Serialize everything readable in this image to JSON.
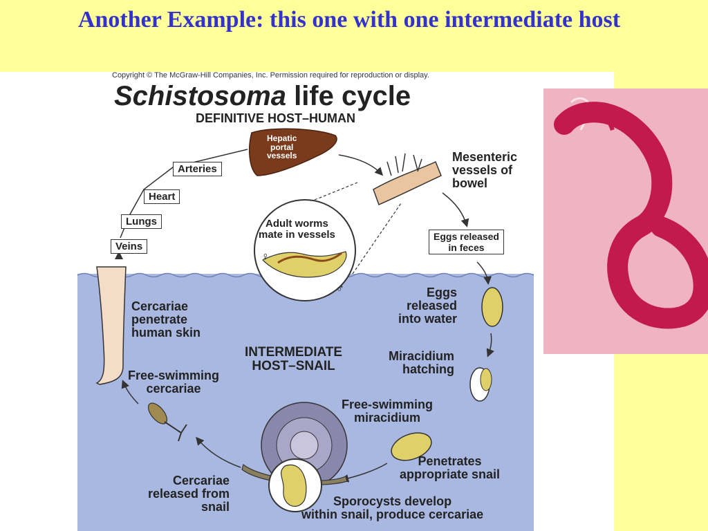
{
  "slide": {
    "title": "Another Example: this one with one intermediate host"
  },
  "figure": {
    "copyright": "Copyright © The McGraw-Hill Companies, Inc. Permission required for reproduction or display.",
    "title_italic": "Schistosoma",
    "title_rest": " life cycle",
    "definitive_host": "DEFINITIVE HOST–HUMAN",
    "intermediate_host_line1": "INTERMEDIATE",
    "intermediate_host_line2": "HOST–SNAIL",
    "liver_label_1": "Hepatic",
    "liver_label_2": "portal",
    "liver_label_3": "vessels",
    "boxes": {
      "arteries": "Arteries",
      "heart": "Heart",
      "lungs": "Lungs",
      "veins": "Veins",
      "eggs_feces_1": "Eggs released",
      "eggs_feces_2": "in feces"
    },
    "labels": {
      "mesenteric_1": "Mesenteric",
      "mesenteric_2": "vessels of",
      "mesenteric_3": "bowel",
      "adult_1": "Adult worms",
      "adult_2": "mate in vessels",
      "eggs_water_1": "Eggs",
      "eggs_water_2": "released",
      "eggs_water_3": "into water",
      "miracidium_hatch_1": "Miracidium",
      "miracidium_hatch_2": "hatching",
      "free_mira_1": "Free-swimming",
      "free_mira_2": "miracidium",
      "penetrates_1": "Penetrates",
      "penetrates_2": "appropriate snail",
      "sporocysts_1": "Sporocysts develop",
      "sporocysts_2": "within snail, produce cercariae",
      "cerc_released_1": "Cercariae",
      "cerc_released_2": "released from",
      "cerc_released_3": "snail",
      "free_cerc_1": "Free-swimming",
      "free_cerc_2": "cercariae",
      "cerc_penetrate_1": "Cercariae",
      "cerc_penetrate_2": "penetrate",
      "cerc_penetrate_3": "human skin",
      "male_symbol": "♂",
      "female_symbol": "♀"
    }
  },
  "colors": {
    "title": "#3333cc",
    "slide_bg": "#ffff99",
    "water": "#a9b8e0",
    "liver": "#7a3b1c",
    "photo_bg": "#f0b3c2",
    "worm": "#c21a4a"
  }
}
